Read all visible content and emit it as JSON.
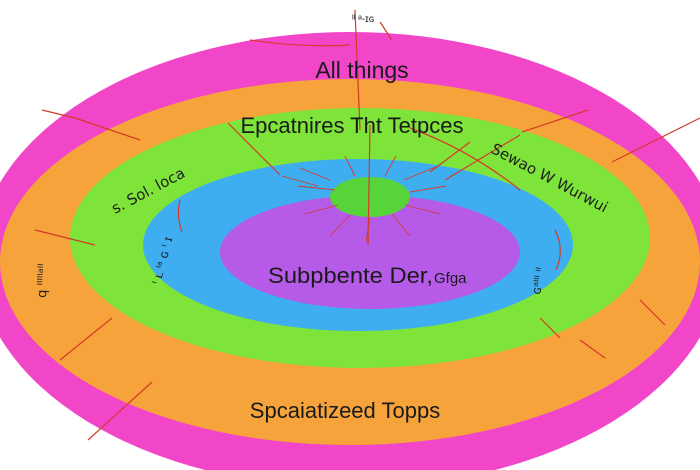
{
  "rings": [
    {
      "id": "outer",
      "color": "#f246c8"
    },
    {
      "id": "ring2",
      "color": "#f7a33b"
    },
    {
      "id": "ring3",
      "color": "#7fe43a"
    },
    {
      "id": "ring4",
      "color": "#3eaef0"
    },
    {
      "id": "ring5",
      "color": "#b65be8"
    },
    {
      "id": "core",
      "color": "#56d43a"
    }
  ],
  "line_color": "#d43a2a",
  "labels": {
    "top_mark": "ᴵᴵ ᵃ-ɪɢ",
    "all_things": "All things",
    "ring3_title": "Epcatnires Tht Tetpces",
    "ring3_left": "s.  Sol. loca",
    "ring3_right": "Sewao  W  Wurwui",
    "ring4_left": "ᴵ  ʟ  ᴵᵃ  ɢ  ᴵ  ɪ",
    "ring4_right": "ɢᵃᴵᴵᴵ  ᴵᴵ",
    "ring2_left": "q  ᴵᴵᴵᴵᴵᵃᴵᴵ",
    "center_label": "Subpbente Der, ",
    "center_label_small": "Gfga",
    "bottom_label": "Spcaiatizeed Topps"
  }
}
